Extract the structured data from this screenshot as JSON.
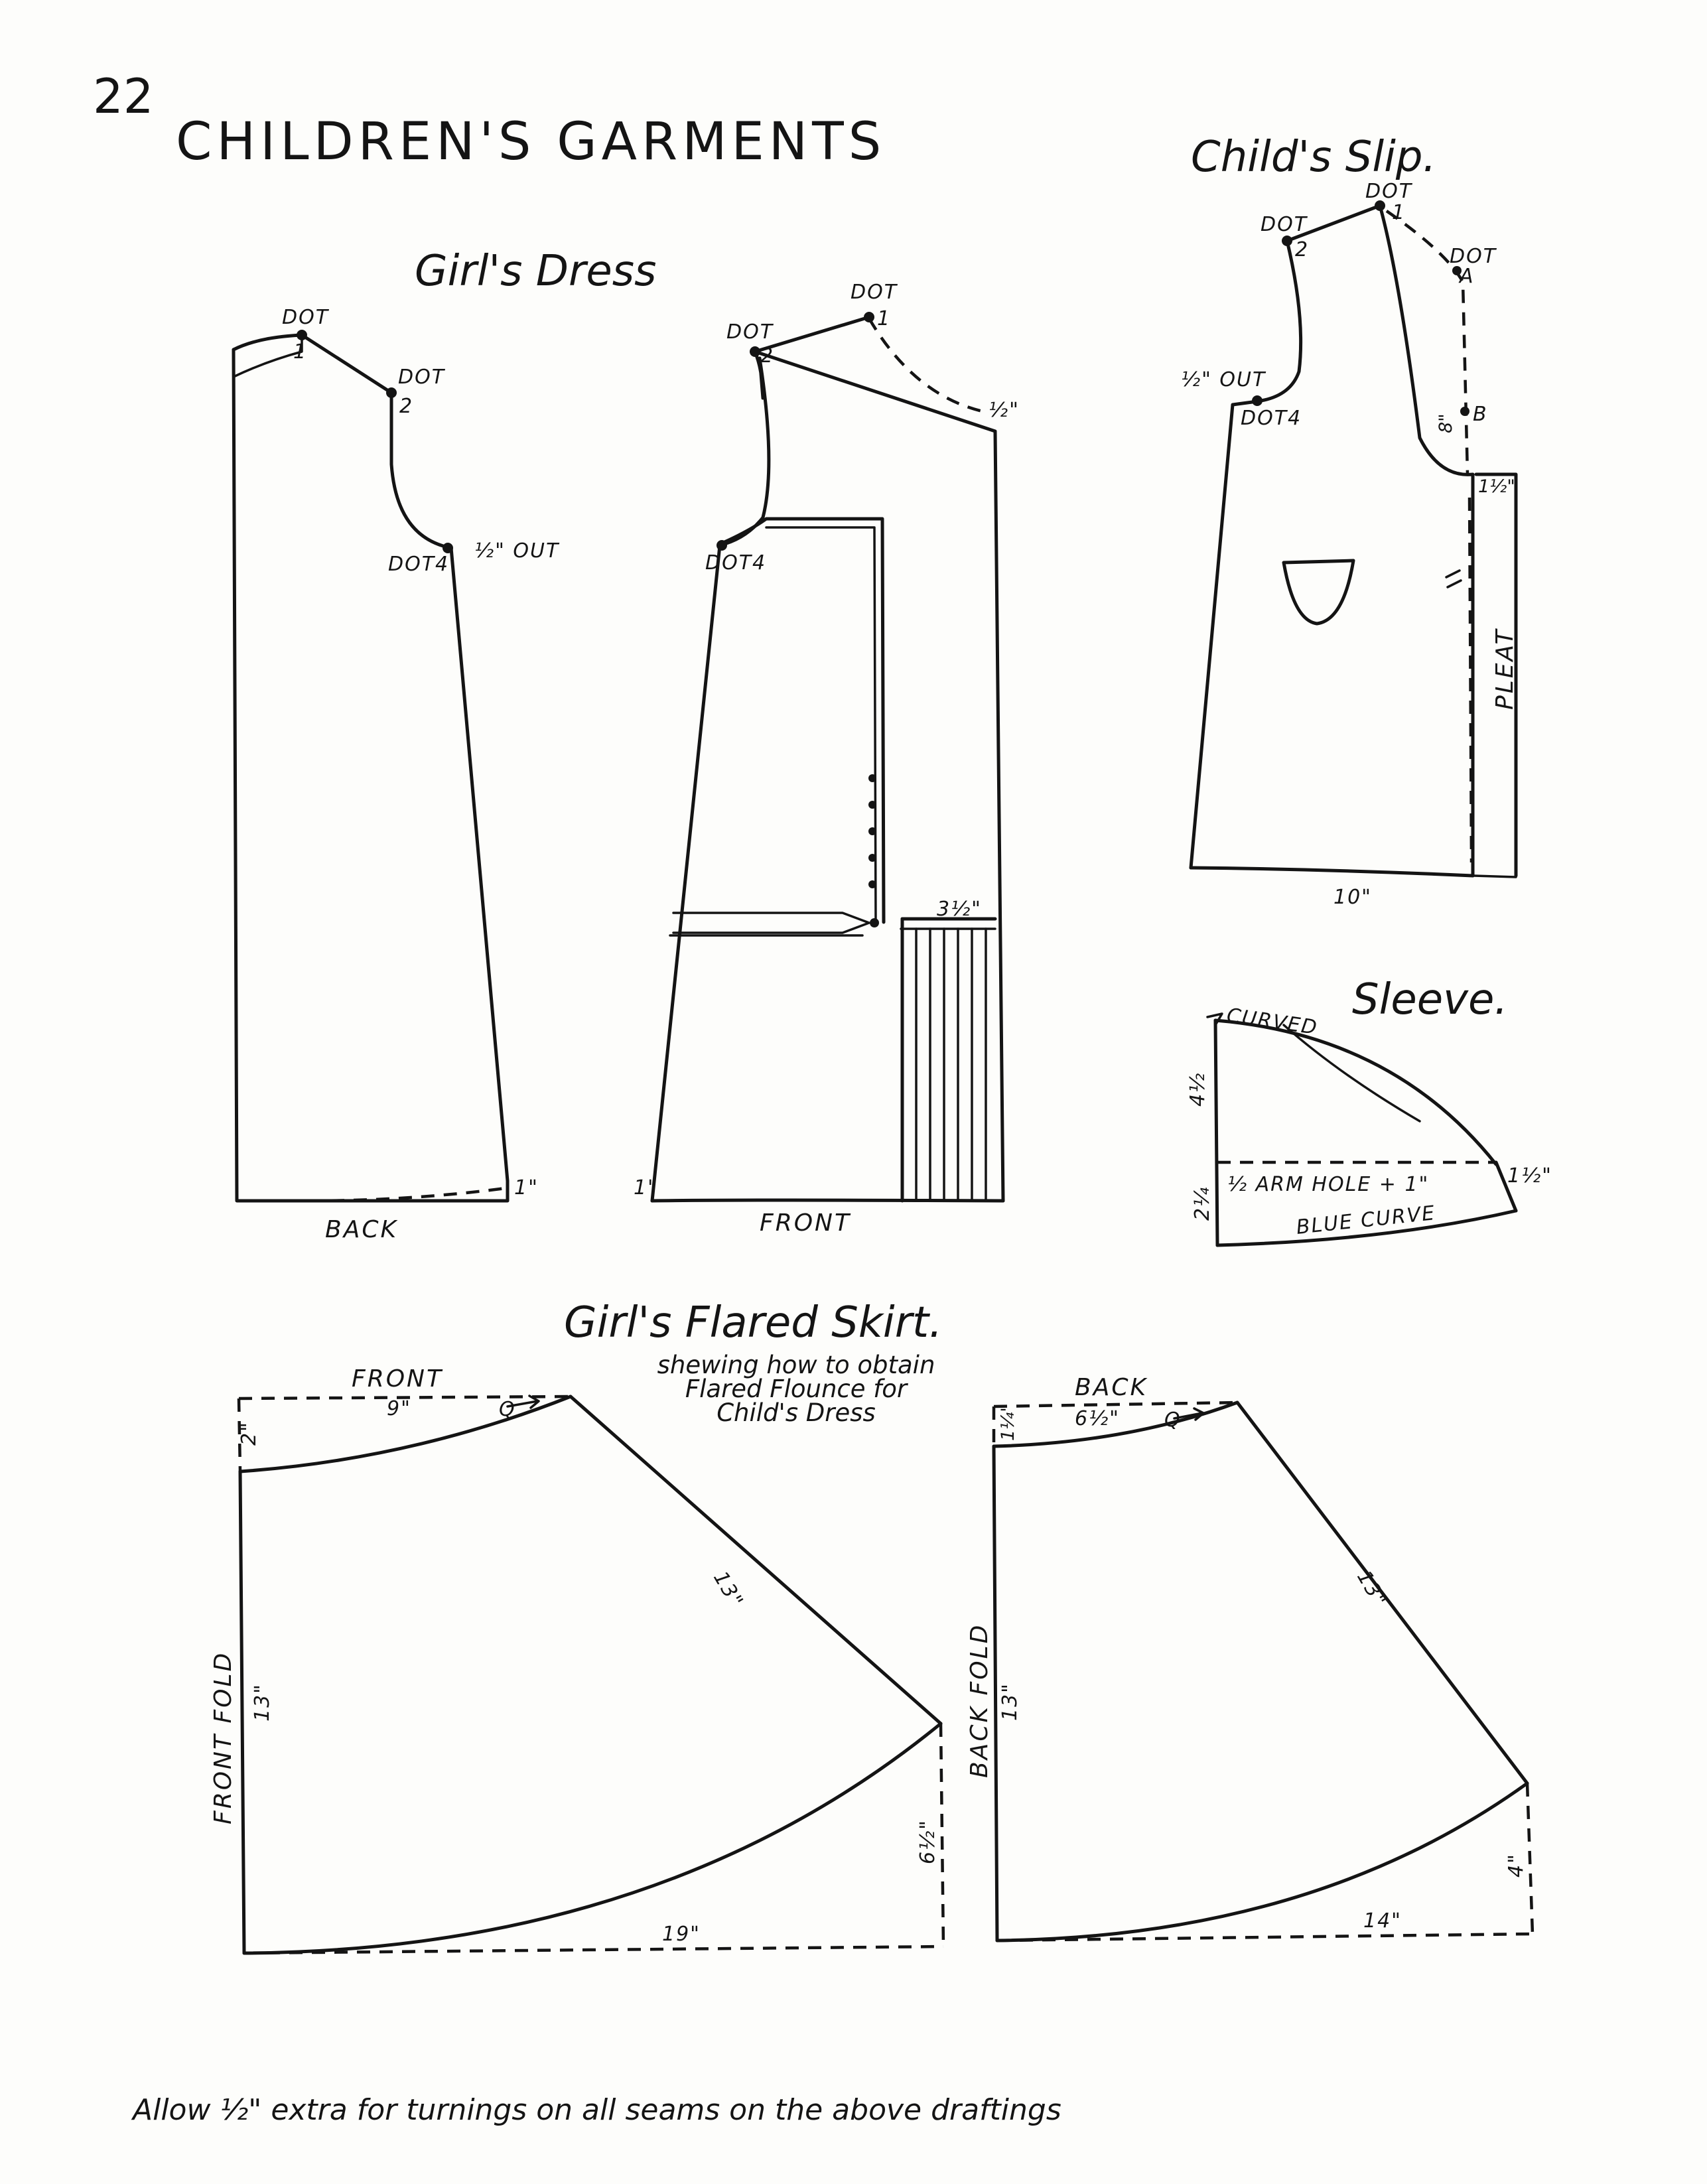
{
  "page": {
    "number": "22",
    "title": "CHILDREN'S GARMENTS",
    "footer_note": "Allow ½\" extra for turnings on all seams on the above draftings"
  },
  "girls_dress": {
    "heading": "Girl's Dress",
    "back": {
      "caption": "BACK",
      "dot1_label": "DOT",
      "dot1_number": "1",
      "dot2_label": "DOT",
      "dot2_number": "2",
      "dot4_label": "DOT4",
      "armhole_note": "½\" OUT",
      "hem_note": "1\""
    },
    "front": {
      "caption": "FRONT",
      "dot1_label": "DOT",
      "dot1_number": "1",
      "dot2_label": "DOT",
      "dot2_number": "2",
      "dot4_label": "DOT4",
      "neck_note": "½\"",
      "yoke_note": "3½\"",
      "hem_note": "1\""
    }
  },
  "childs_slip": {
    "heading": "Child's Slip.",
    "dot1_label": "DOT",
    "dot1_number": "1",
    "dot2_label": "DOT",
    "dot2_number": "2",
    "dotA_label": "DOT",
    "dotA_letter": "A",
    "dotB_letter": "B",
    "dot4_label": "DOT4",
    "armhole_note": "½\" OUT",
    "side_8": "8\"",
    "side_half": "1½\"",
    "pleat_label": "PLEAT",
    "hem_width": "10\""
  },
  "sleeve": {
    "heading": "Sleeve.",
    "curved_label": "CURVED",
    "height_label": "4½",
    "armhole_label": "½ ARM HOLE + 1\"",
    "right_label": "1½\"",
    "lower_label": "2¼",
    "blue_curve_label": "BLUE CURVE"
  },
  "girls_flared_skirt": {
    "heading": "Girl's Flared Skirt.",
    "subtitle_lines": [
      "shewing how to obtain",
      "Flared Flounce for",
      "Child's Dress"
    ],
    "front": {
      "caption": "FRONT",
      "waist_label": "9\"",
      "q_label": "Q",
      "top_label": "2\"",
      "side_label": "13\"",
      "fold_label": "FRONT FOLD",
      "fold_length": "13\"",
      "right_label": "6½\"",
      "hem_label": "19\""
    },
    "back": {
      "caption": "BACK",
      "waist_label": "6½\"",
      "q_label": "Q",
      "top_label": "1¼\"",
      "side_label": "13\"",
      "fold_label": "BACK FOLD",
      "fold_length": "13\"",
      "right_label": "4\"",
      "hem_label": "14\""
    }
  }
}
